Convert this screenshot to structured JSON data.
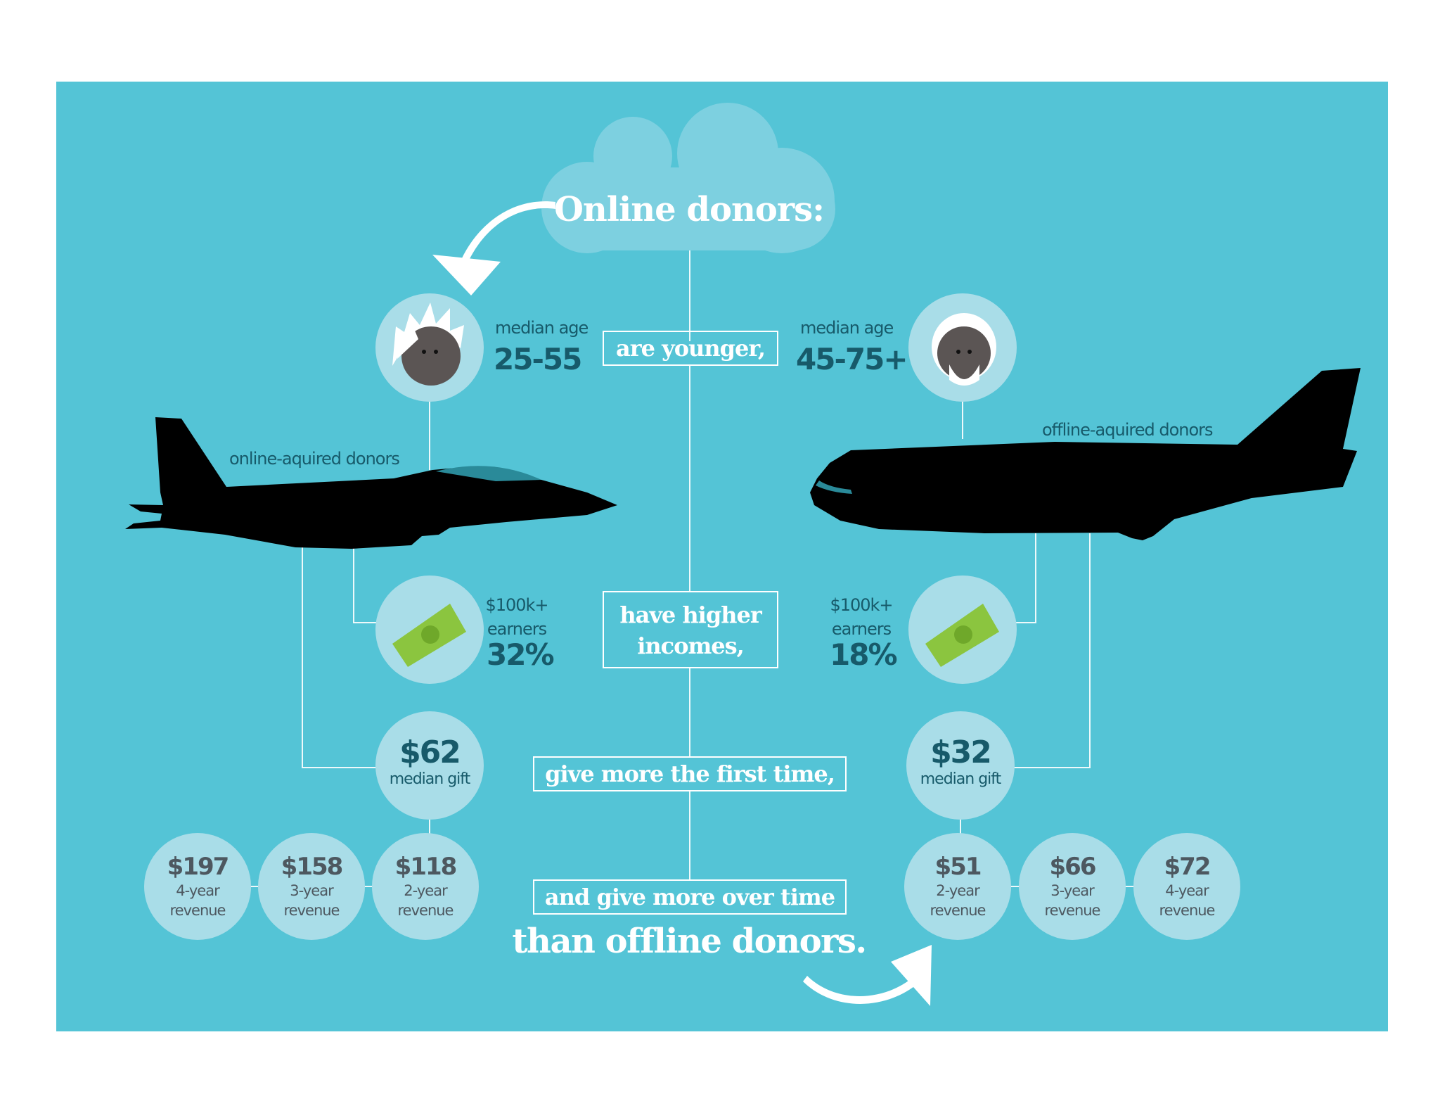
{
  "title": "Online donors:",
  "statements": {
    "younger": "are younger,",
    "incomes_line1": "have higher",
    "incomes_line2": "incomes,",
    "first_time": "give more the first time,",
    "over_time": "and give more over time",
    "closing": "than offline donors."
  },
  "online": {
    "plane_label": "online-aquired donors",
    "age_label": "median age",
    "age_value": "25-55",
    "earners_line1": "$100k+",
    "earners_line2": "earners",
    "earners_value": "32%",
    "gift_value": "$62",
    "gift_label": "median gift",
    "revenue": [
      {
        "value": "$197",
        "line1": "4-year",
        "line2": "revenue"
      },
      {
        "value": "$158",
        "line1": "3-year",
        "line2": "revenue"
      },
      {
        "value": "$118",
        "line1": "2-year",
        "line2": "revenue"
      }
    ]
  },
  "offline": {
    "plane_label": "offline-aquired donors",
    "age_label": "median age",
    "age_value": "45-75+",
    "earners_line1": "$100k+",
    "earners_line2": "earners",
    "earners_value": "18%",
    "gift_value": "$32",
    "gift_label": "median gift",
    "revenue": [
      {
        "value": "$51",
        "line1": "2-year",
        "line2": "revenue"
      },
      {
        "value": "$66",
        "line1": "3-year",
        "line2": "revenue"
      },
      {
        "value": "$72",
        "line1": "4-year",
        "line2": "revenue"
      }
    ]
  },
  "icons": {
    "cloud": "cloud-icon",
    "young_donor": "young-donor-avatar-icon",
    "older_donor": "older-donor-avatar-icon",
    "fighter_jet": "fighter-jet-icon",
    "airliner": "airliner-icon",
    "money": "dollar-bill-icon",
    "arrow": "curved-arrow-icon"
  },
  "colors": {
    "background": "#54c4d6",
    "circle": "#a9dde8",
    "dark_text": "#175a6a",
    "revenue_text": "#4d5860",
    "money_green": "#8bc53f",
    "silhouette": "#000000"
  }
}
